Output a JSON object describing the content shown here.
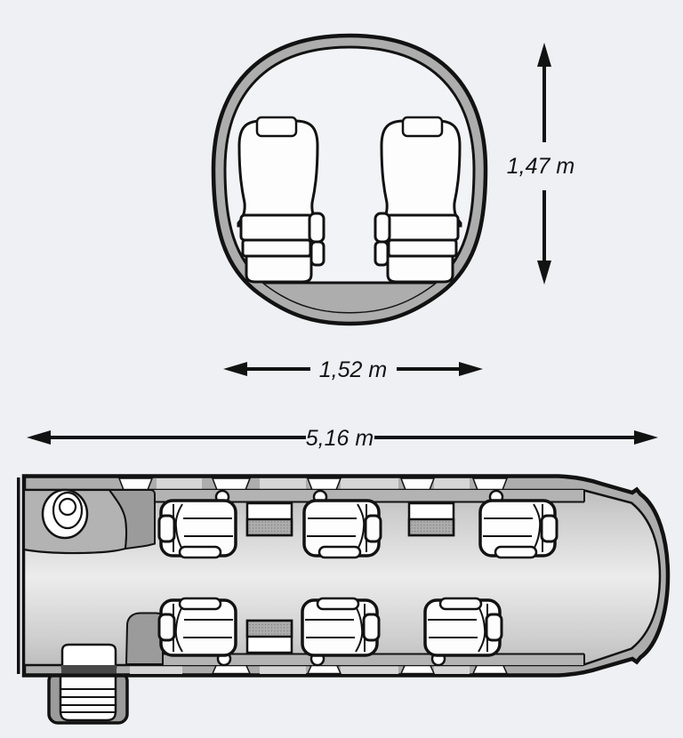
{
  "diagram": {
    "type": "aircraft-cabin-dimensions",
    "views": {
      "cross_section": {
        "height_label": "1,47 m",
        "width_label": "1,52 m",
        "seat_count": 2
      },
      "floor_plan": {
        "length_label": "5,16 m",
        "seat_count": 6,
        "table_count": 3,
        "features": [
          "lavatory-toilet",
          "entry-door-airstair",
          "aft-pressure-bulkhead",
          "cabin-windows"
        ]
      }
    },
    "colors": {
      "background": "#eef0f4",
      "outline": "#121212",
      "fuselage_gray": "#adadad",
      "lining_gray": "#b3b3b3",
      "dark_partition": "#9b9b9b",
      "panel_light": "#d6d6d6",
      "floor_light": "#ececec",
      "door_sill_dark": "#474747",
      "seat_white": "#fdfdfd"
    }
  }
}
